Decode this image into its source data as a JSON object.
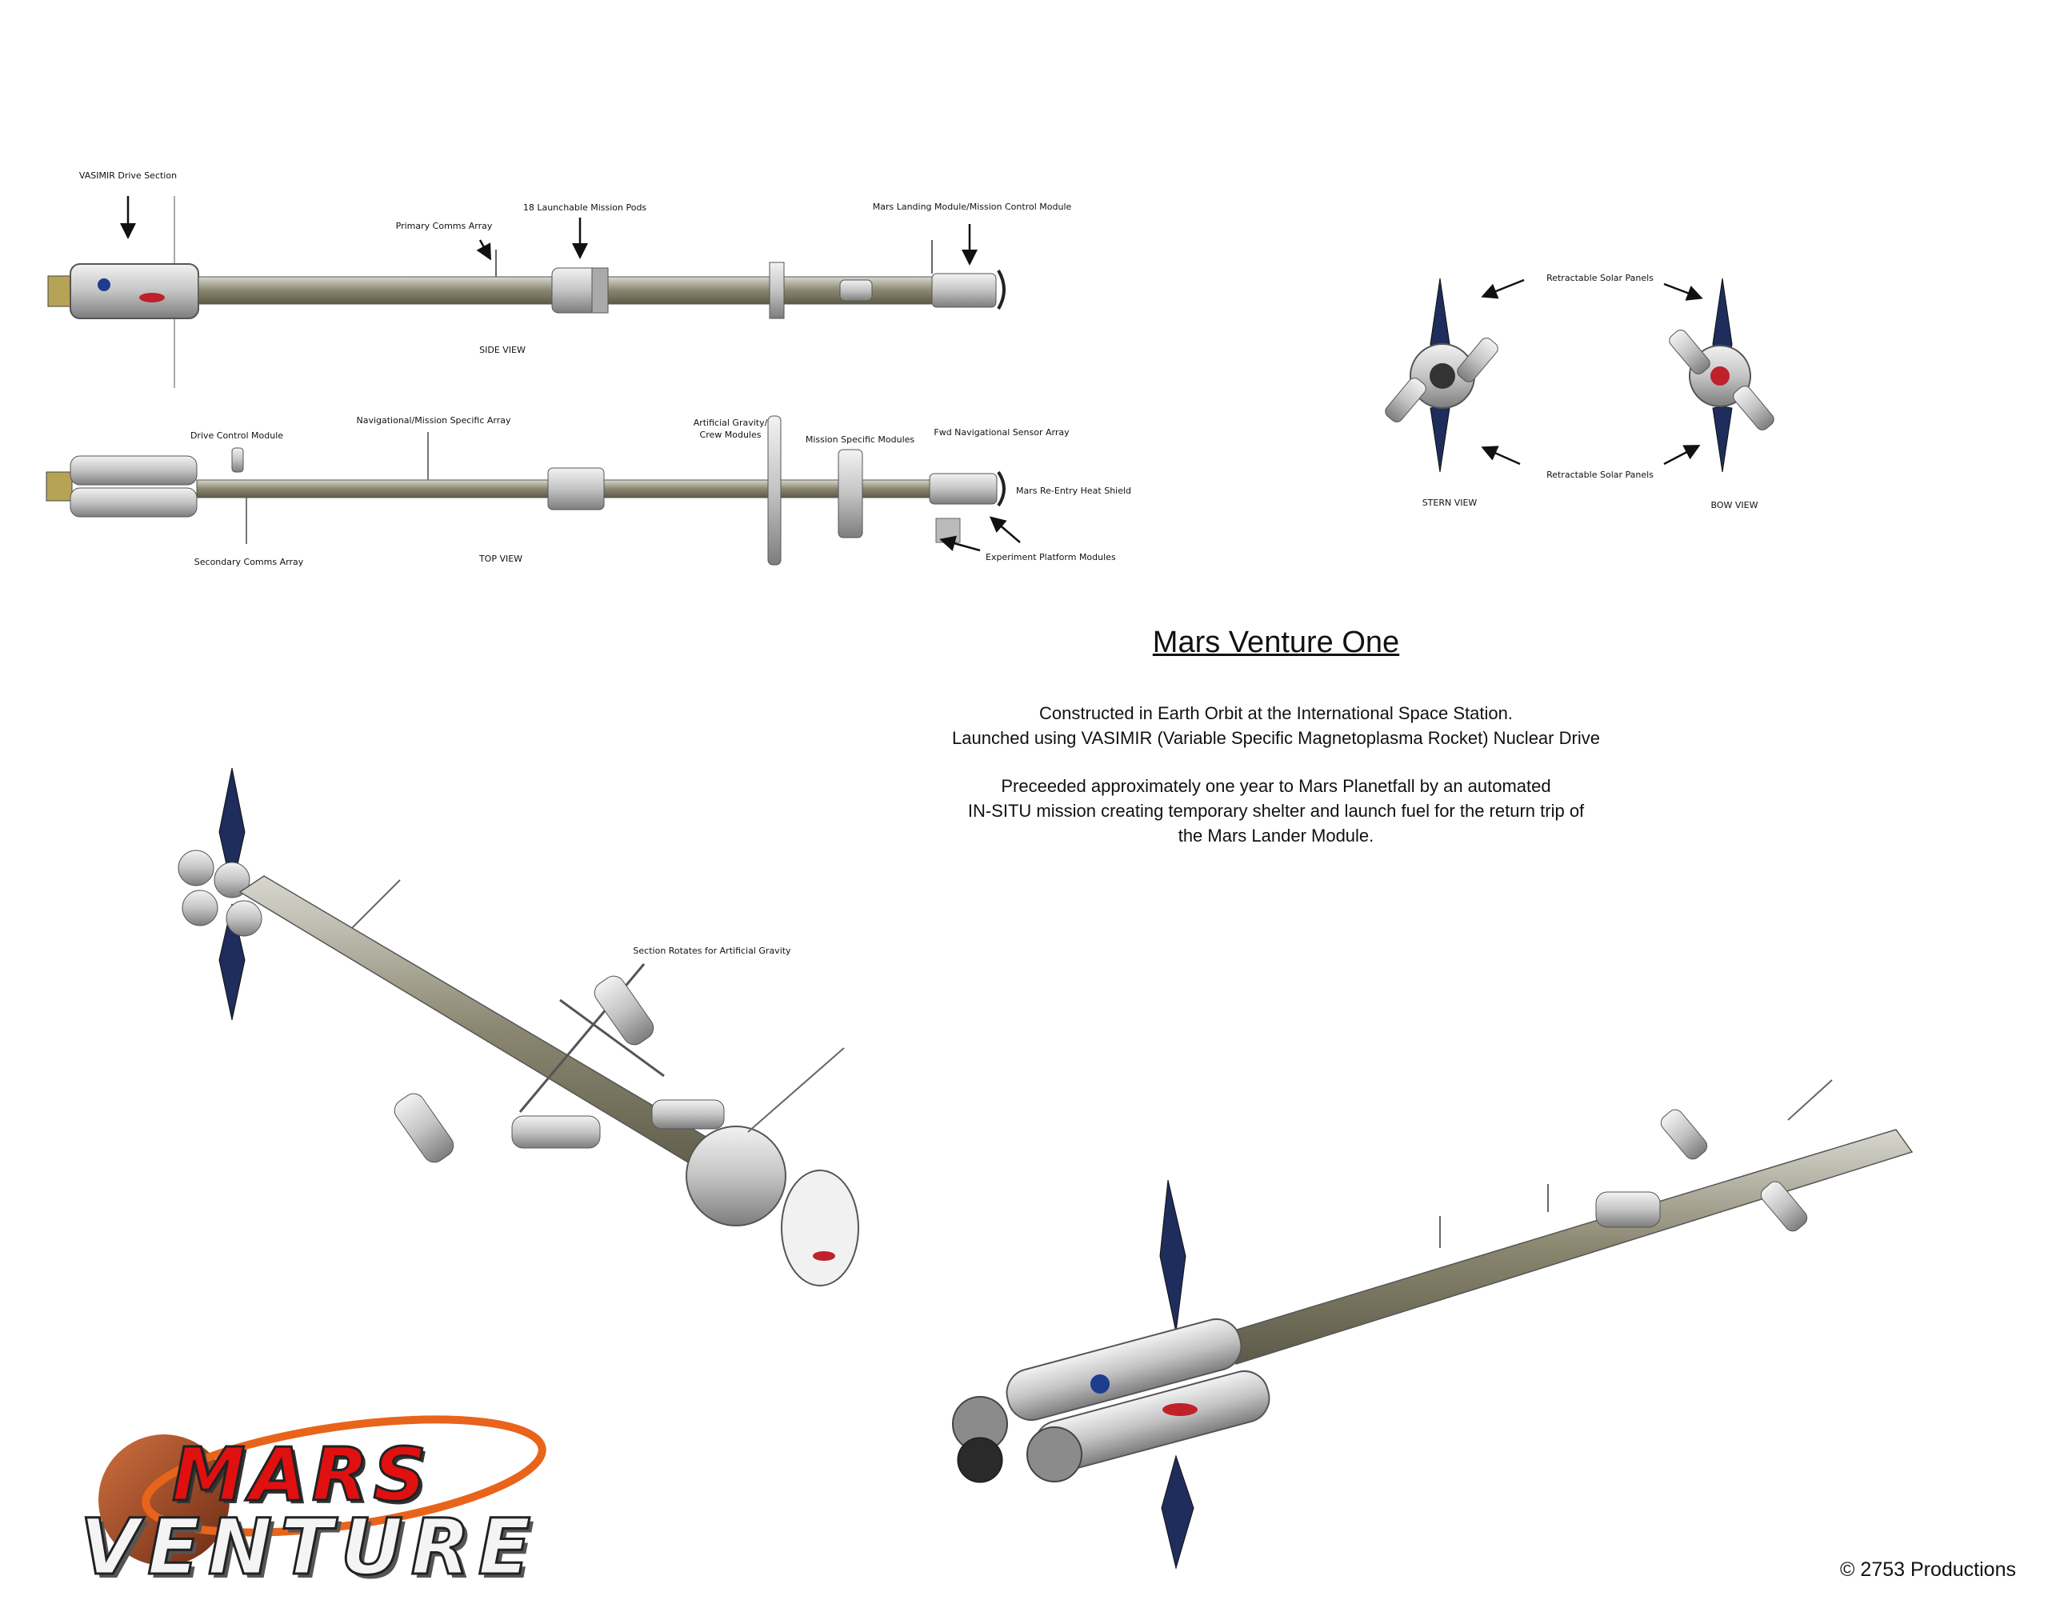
{
  "labels": {
    "vasimir_drive": "VASIMIR Drive Section",
    "primary_comms": "Primary Comms Array",
    "mission_pods": "18 Launchable Mission Pods",
    "mars_landing": "Mars Landing Module/Mission Control Module",
    "side_view": "SIDE VIEW",
    "drive_control": "Drive Control Module",
    "nav_array": "Navigational/Mission Specific Array",
    "artificial_gravity": "Artificial Gravity/\nCrew Modules",
    "mission_specific": "Mission Specific Modules",
    "fwd_nav": "Fwd Navigational Sensor Array",
    "heat_shield": "Mars Re-Entry Heat Shield",
    "secondary_comms": "Secondary Comms Array",
    "top_view": "TOP VIEW",
    "experiment_platform": "Experiment Platform Modules",
    "solar_top": "Retractable Solar Panels",
    "solar_bottom": "Retractable Solar Panels",
    "stern_view": "STERN VIEW",
    "bow_view": "BOW VIEW",
    "section_rotates": "Section Rotates for Artificial Gravity"
  },
  "main": {
    "title": "Mars Venture One",
    "paragraph1": [
      "Constructed in Earth Orbit at the International Space Station.",
      "Launched using VASIMIR (Variable Specific Magnetoplasma Rocket) Nuclear Drive"
    ],
    "paragraph2": [
      "Preceeded approximately one year to Mars Planetfall by an automated",
      "IN-SITU mission creating temporary shelter and launch fuel for the return trip of",
      "the Mars Lander Module."
    ]
  },
  "copyright": "© 2753 Productions",
  "logo": {
    "top": "MARS",
    "bottom": "VENTURE"
  },
  "colors": {
    "solar_panel": "#1f2d5c",
    "hull": "#c9c9c9",
    "hull_dark": "#7a7a7a",
    "truss": "#8f8b6a",
    "logo_red": "#e01010",
    "mars_planet": "#b5502a"
  }
}
